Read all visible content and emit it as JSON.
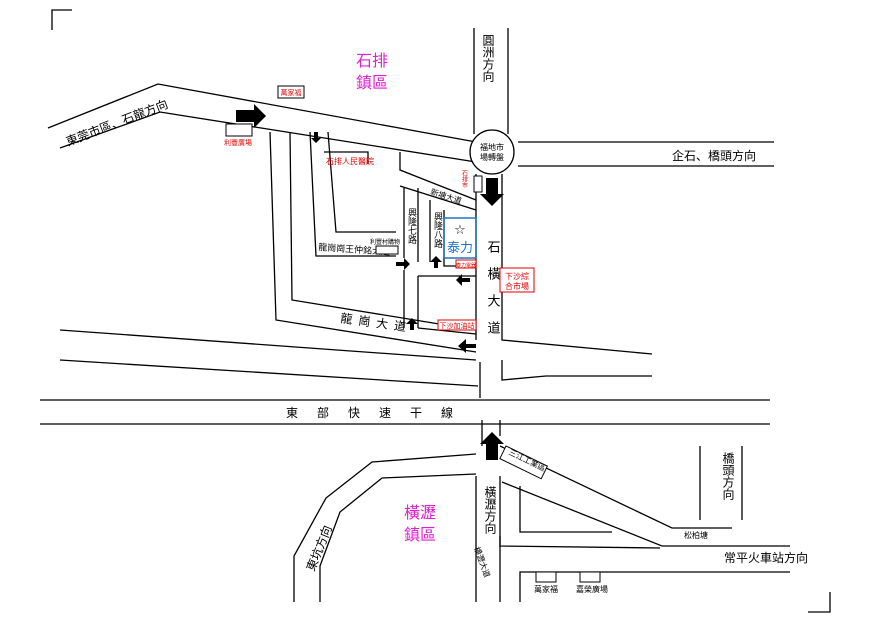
{
  "districts": {
    "shipai_l1": "石排",
    "shipai_l2": "鎮區",
    "hengli_l1": "橫瀝",
    "hengli_l2": "鎮區"
  },
  "roads": {
    "dongguan": "東莞市區、石龍方向",
    "qishi": "企石、橋頭方向",
    "yuanzhou": "圓洲方向",
    "henglidadao": "石橫大道",
    "longgang": "龍崗大道",
    "longgang_wang": "龍崗崗王仲銘大道",
    "xinglong7": "興隆七路",
    "xinglong8": "興隆八路",
    "dongbu": "東部快速干線",
    "qiaotou": "橋頭方向",
    "henglidir": "橫瀝方向",
    "dongkeng": "東坑方向",
    "changping": "常平火車站方向",
    "xintang": "新塘大道",
    "hengli_dadao": "横瀝大道"
  },
  "landmarks": {
    "roundabout_l1": "福地市",
    "roundabout_l2": "場轉盤",
    "target": "泰力",
    "target_star": "☆",
    "wanjiafu_top": "萬家福",
    "lifeng": "利豐廣場",
    "hospital": "石排人民醫院",
    "lifeng_store": "利豐村購物",
    "xiasha_market_l1": "下沙綜",
    "xiasha_market_l2": "合市場",
    "xiasha_gas": "下沙加油站",
    "near_target": "泰力電器",
    "sanjiang": "三江工業區",
    "songbai": "松柏塘",
    "wanjiafu_bottom": "萬家福",
    "jiarong": "嘉榮廣場",
    "shipai_market": "石排市"
  },
  "colors": {
    "district": "#e020d0",
    "landmark": "#e00000",
    "target": "#1e73c8",
    "road": "#000000"
  }
}
